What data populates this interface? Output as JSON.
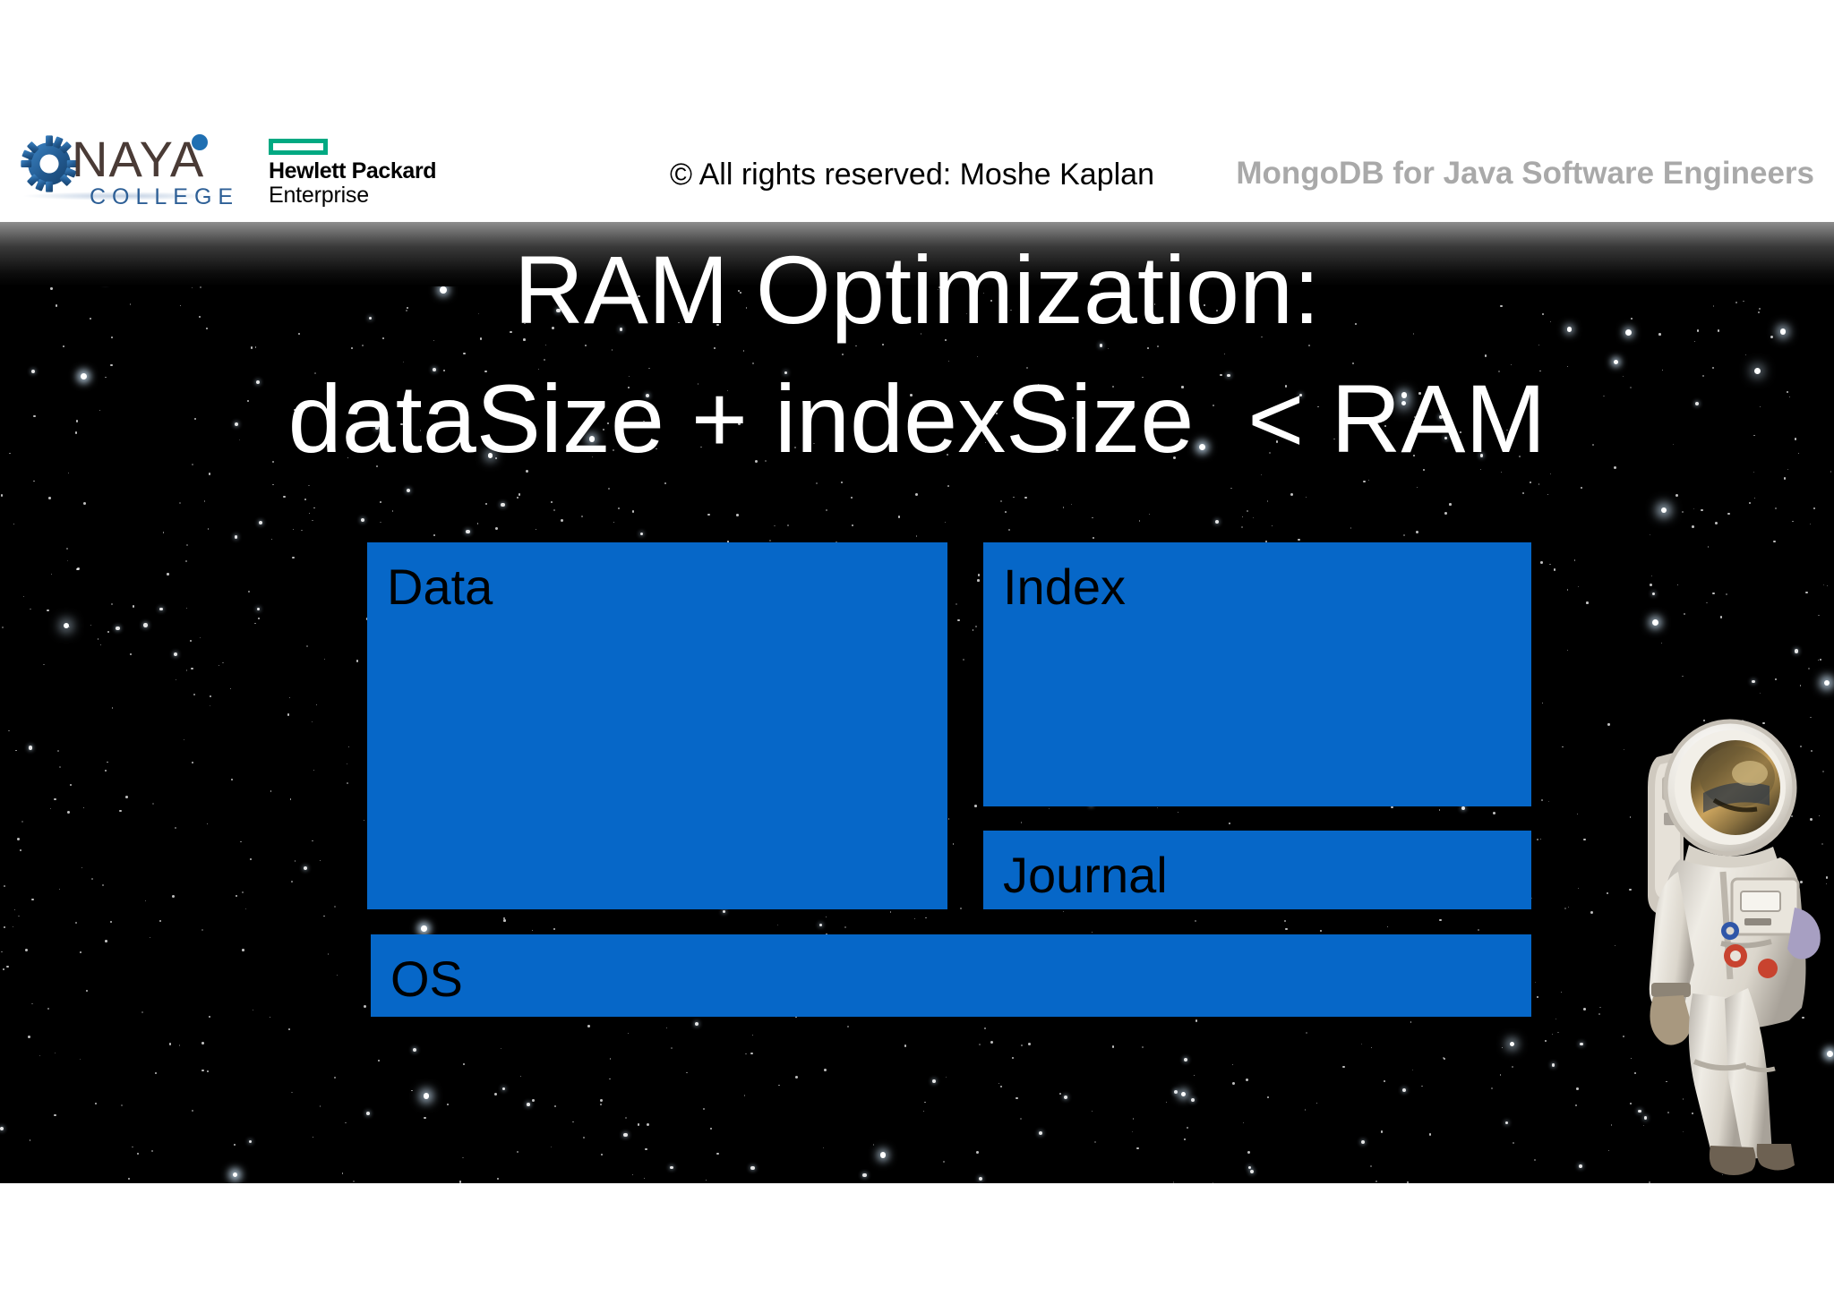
{
  "header": {
    "logo_naya": {
      "icon": "gear-icon",
      "wordmark": "NAYA",
      "subtitle": "COLLEGE",
      "gear_color": "#1f6fb2",
      "wordmark_color": "#4a3b36",
      "subtitle_color": "#2d5f96"
    },
    "logo_hpe": {
      "line1": "Hewlett Packard",
      "line2": "Enterprise",
      "accent_color": "#01a982"
    },
    "copyright": "© All rights reserved: Moshe Kaplan",
    "course_title": "MongoDB for Java Software Engineers",
    "course_title_color": "#a9a9a9",
    "band_color": "#ffffff"
  },
  "slide": {
    "background_color": "#000000",
    "title_lines": [
      "RAM Optimization:",
      "dataSize + indexSize  < RAM"
    ],
    "title_color": "#ffffff"
  },
  "diagram": {
    "box_color": "#0667c8",
    "label_color": "#000000",
    "boxes": [
      {
        "name": "data",
        "label": "Data"
      },
      {
        "name": "index",
        "label": "Index"
      },
      {
        "name": "journal",
        "label": "Journal"
      },
      {
        "name": "os",
        "label": "OS"
      }
    ]
  },
  "decoration": {
    "astronaut": "astronaut-image",
    "starfield": "starfield-background"
  }
}
